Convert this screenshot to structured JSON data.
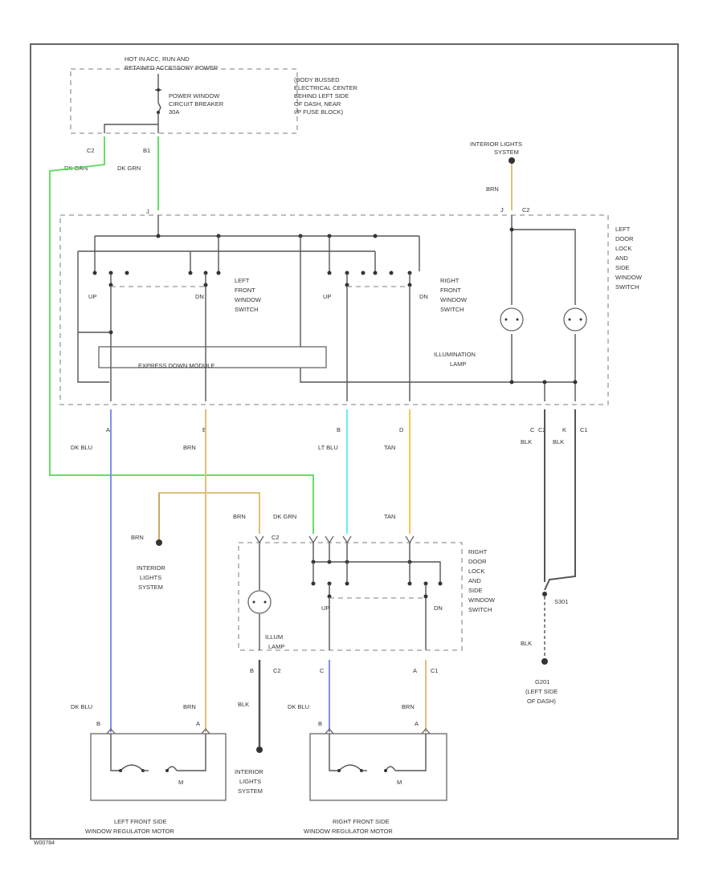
{
  "colors": {
    "dk_grn": "#66dd66",
    "dk_blu": "#7f8fee",
    "lt_blu": "#66f0f5",
    "brn": "#e0c078",
    "tan": "#f0c858",
    "blk": "#555555",
    "outline": "#666666"
  },
  "fuse": {
    "hot_label_1": "HOT IN ACC, RUN AND",
    "hot_label_2": "RETAINED ACCESSORY POWER",
    "breaker_label_1": "POWER WINDOW",
    "breaker_label_2": "CIRCUIT BREAKER",
    "breaker_label_3": "30A",
    "location_1": "(BODY BUSSED",
    "location_2": "ELECTRICAL CENTER",
    "location_3": "BEHIND LEFT SIDE",
    "location_4": "OF DASH, NEAR",
    "location_5": "I/P FUSE BLOCK)",
    "pin_c2": "C2",
    "pin_b1": "B1",
    "wire_dk_grn_1": "DK GRN",
    "wire_dk_grn_2": "DK GRN"
  },
  "interior_top": {
    "label_1": "INTERIOR LIGHTS",
    "label_2": "SYSTEM",
    "wire_brn": "BRN",
    "pin_j": "J",
    "conn_c2": "C2"
  },
  "left_switch": {
    "title_1": "LEFT",
    "title_2": "DOOR",
    "title_3": "LOCK",
    "title_4": "AND",
    "title_5": "SIDE",
    "title_6": "WINDOW",
    "title_7": "SWITCH",
    "pin_j_top": "J",
    "lf_label_1": "LEFT",
    "lf_label_2": "FRONT",
    "lf_label_3": "WINDOW",
    "lf_label_4": "SWITCH",
    "rf_label_1": "RIGHT",
    "rf_label_2": "FRONT",
    "rf_label_3": "WINDOW",
    "rf_label_4": "SWITCH",
    "up_1": "UP",
    "dn_1": "DN",
    "up_2": "UP",
    "dn_2": "DN",
    "express": "EXPRESS DOWN MODULE",
    "illum_1": "ILLUMINATION",
    "illum_2": "LAMP"
  },
  "bottom_pins": {
    "a": "A",
    "e": "E",
    "b": "B",
    "d": "D",
    "c_c2": "C",
    "c2": "C2",
    "k": "K",
    "c1": "C1",
    "dk_blu": "DK BLU",
    "brn": "BRN",
    "lt_blu": "LT BLU",
    "tan": "TAN",
    "blk_1": "BLK",
    "blk_2": "BLK"
  },
  "right_switch": {
    "title_1": "RIGHT",
    "title_2": "DOOR",
    "title_3": "LOCK",
    "title_4": "AND",
    "title_5": "SIDE",
    "title_6": "WINDOW",
    "title_7": "SWITCH",
    "wire_brn": "BRN",
    "wire_dk_grn": "DK GRN",
    "wire_tan": "TAN",
    "conn_c2": "C2",
    "up": "UP",
    "dn": "DN",
    "illum_1": "ILLUM",
    "illum_2": "LAMP",
    "pin_b": "B",
    "pin_c2": "C2",
    "pin_c": "C",
    "pin_a": "A",
    "pin_c1": "C1"
  },
  "interior_mid": {
    "wire_brn": "BRN",
    "label_1": "INTERIOR",
    "label_2": "LIGHTS",
    "label_3": "SYSTEM"
  },
  "ground": {
    "splice": "S301",
    "wire_blk": "BLK",
    "g_label": "G201",
    "loc_1": "(LEFT SIDE",
    "loc_2": "OF DASH)"
  },
  "left_motor": {
    "wire_dk_blu": "DK BLU",
    "wire_brn": "BRN",
    "pin_b": "B",
    "pin_a": "A",
    "m": "M",
    "label_1": "LEFT FRONT SIDE",
    "label_2": "WINDOW REGULATOR MOTOR"
  },
  "right_motor": {
    "wire_dk_blu": "DK BLU",
    "wire_brn": "BRN",
    "pin_b": "B",
    "pin_a": "A",
    "m": "M",
    "label_1": "RIGHT FRONT SIDE",
    "label_2": "WINDOW REGULATOR MOTOR"
  },
  "interior_bottom": {
    "wire_blk": "BLK",
    "label_1": "INTERIOR",
    "label_2": "LIGHTS",
    "label_3": "SYSTEM"
  },
  "footer": {
    "code": "W00784"
  }
}
